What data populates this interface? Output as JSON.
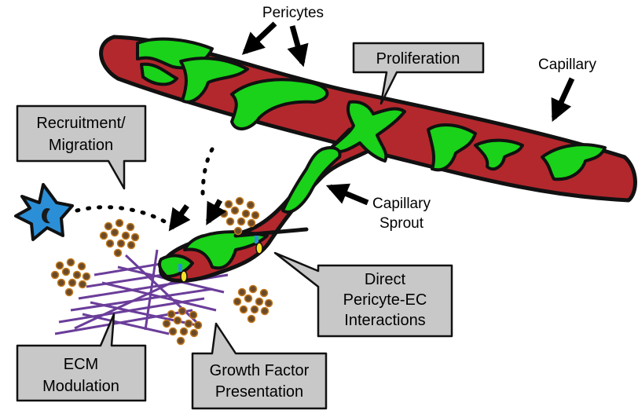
{
  "colors": {
    "vessel": "#b3282d",
    "pericyte": "#19d219",
    "outline": "#111111",
    "callout_fill": "#c8c8c8",
    "ecm_fiber": "#6a3d9a",
    "migrating_cell": "#2b8fd8",
    "dot_fill": "#6b4a2a",
    "dot_ring": "#c47a1c"
  },
  "labels": {
    "pericytes": "Pericytes",
    "capillary": "Capillary",
    "capillary_sprout_line1": "Capillary",
    "capillary_sprout_line2": "Sprout"
  },
  "callouts": {
    "proliferation": [
      "Proliferation"
    ],
    "recruitment": [
      "Recruitment/",
      "Migration"
    ],
    "direct": [
      "Direct",
      "Pericyte-EC",
      "Interactions"
    ],
    "ecm": [
      "ECM",
      "Modulation"
    ],
    "growth": [
      "Growth Factor",
      "Presentation"
    ]
  },
  "icons": {
    "arrows": "arrow-icon",
    "migrating_cell": "migrating-pericyte-icon",
    "growth_factor_clusters": "growth-factor-cluster-icon"
  }
}
